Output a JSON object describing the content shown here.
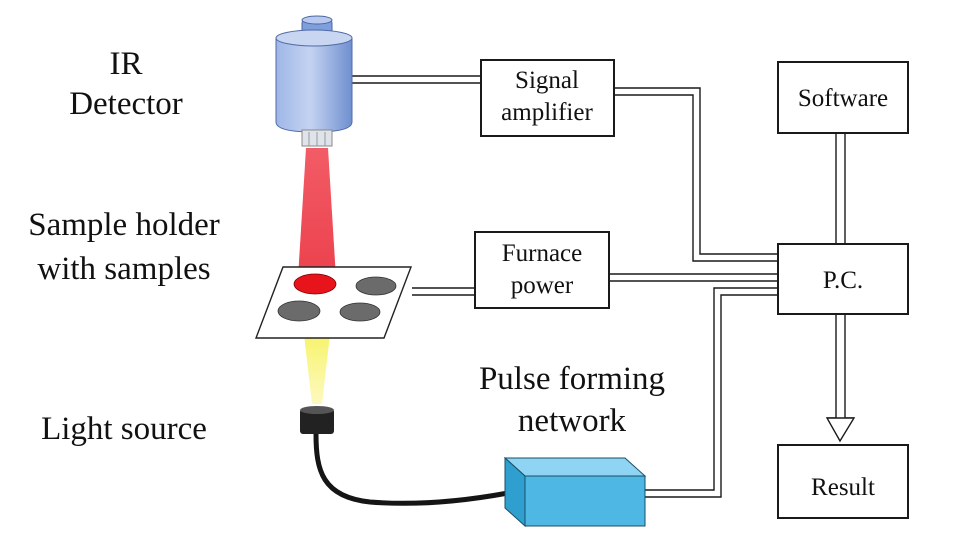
{
  "labels": {
    "ir_detector_line1": "IR",
    "ir_detector_line2": "Detector",
    "sample_holder_line1": "Sample holder",
    "sample_holder_line2": "with samples",
    "light_source": "Light source",
    "pulse_forming_line1": "Pulse forming",
    "pulse_forming_line2": "network"
  },
  "boxes": {
    "signal_amplifier_line1": "Signal",
    "signal_amplifier_line2": "amplifier",
    "furnace_power_line1": "Furnace",
    "furnace_power_line2": "power",
    "software": "Software",
    "pc": "P.C.",
    "result": "Result"
  },
  "colors": {
    "detector_body": "#8fa9dd",
    "detector_cap": "#7f9fdc",
    "ir_beam": "#e8202e",
    "light_beam": "#f4ee22",
    "red_sample": "#e8141c",
    "grey_sample": "#6b6b6b",
    "pulse_box": "#4fb7e3",
    "light_source": "#222222"
  }
}
